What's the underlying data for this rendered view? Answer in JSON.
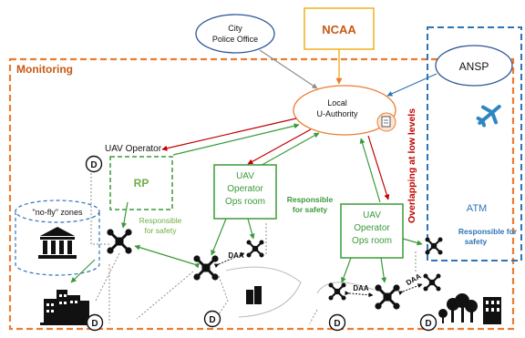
{
  "colors": {
    "orange": "#ec7c30",
    "blue": "#2e74b5",
    "green": "#3a9a3a",
    "dark_red": "#c00000",
    "gray": "#8f8f8f",
    "black": "#111111"
  },
  "labels": {
    "monitoring": "Monitoring",
    "city_police_line1": "City",
    "city_police_line2": "Police Office",
    "ncaa": "NCAA",
    "ansp": "ANSP",
    "local_line1": "Local",
    "local_line2": "U-Authority",
    "overlap_line1": "Overlapping",
    "overlap_line2": "at low levels",
    "atm": "ATM",
    "atm_resp_line1": "Responsible for",
    "atm_resp_line2": "safety",
    "uav_operator": "UAV Operator",
    "rp": "RP",
    "resp1_line1": "Responsible",
    "resp1_line2": "for safety",
    "ops1_line1": "UAV",
    "ops1_line2": "Operator",
    "ops1_line3": "Ops room",
    "resp2_line1": "Responsible",
    "resp2_line2": "for safety",
    "ops2_line1": "UAV",
    "ops2_line2": "Operator",
    "ops2_line3": "Ops room",
    "nofly_line1": "\"no-fly\" zones",
    "daa": "DAA",
    "d": "D"
  },
  "icons": [
    "drone-icon",
    "airplane-icon",
    "government-building-icon",
    "city-buildings-icon",
    "trees-icon",
    "building-icon",
    "document-icon",
    "d-marker-icon"
  ]
}
